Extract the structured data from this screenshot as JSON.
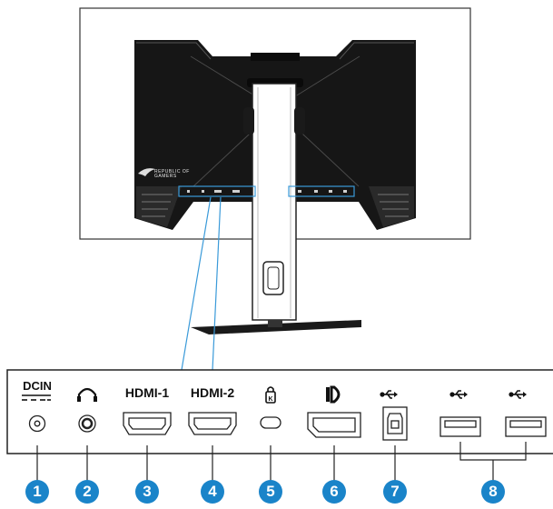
{
  "monitor": {
    "logo_line1": "REPUBLIC OF",
    "logo_line2": "GAMERS"
  },
  "ports": [
    {
      "number": "1",
      "label": "DCIN",
      "icon": "dc-jack-icon"
    },
    {
      "number": "2",
      "label": "",
      "icon": "headphone-icon"
    },
    {
      "number": "3",
      "label": "HDMI-1",
      "icon": "hdmi-port-icon"
    },
    {
      "number": "4",
      "label": "HDMI-2",
      "icon": "hdmi-port-icon"
    },
    {
      "number": "5",
      "label": "",
      "icon": "kensington-lock-icon"
    },
    {
      "number": "6",
      "label": "",
      "icon": "displayport-icon"
    },
    {
      "number": "7",
      "label": "",
      "icon": "usb-b-upstream-icon"
    },
    {
      "number": "8",
      "label": "",
      "icon": "usb-a-downstream-icon"
    }
  ],
  "colors": {
    "badge": "#1a84c9",
    "callout_line": "#3a9ad9",
    "monitor_body": "#161616",
    "outline": "#222222"
  }
}
